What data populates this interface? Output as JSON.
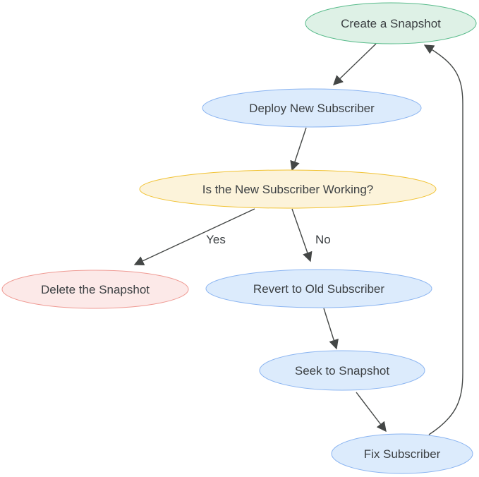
{
  "diagram": {
    "type": "flowchart",
    "background": "#ffffff",
    "nodes": [
      {
        "id": "create-snapshot",
        "label": "Create a Snapshot",
        "shape": "ellipse",
        "fill": "#def1e6",
        "stroke": "#57bb8a"
      },
      {
        "id": "deploy-new-subscriber",
        "label": "Deploy New Subscriber",
        "shape": "ellipse",
        "fill": "#dcebfc",
        "stroke": "#8ab4f1"
      },
      {
        "id": "is-new-subscriber-working",
        "label": "Is the New Subscriber Working?",
        "shape": "ellipse",
        "fill": "#fcf3da",
        "stroke": "#f1c232"
      },
      {
        "id": "delete-the-snapshot",
        "label": "Delete the Snapshot",
        "shape": "ellipse",
        "fill": "#fce9e8",
        "stroke": "#ef9a93"
      },
      {
        "id": "revert-to-old-subscriber",
        "label": "Revert to Old Subscriber",
        "shape": "ellipse",
        "fill": "#dcebfc",
        "stroke": "#8ab4f1"
      },
      {
        "id": "seek-to-snapshot",
        "label": "Seek to Snapshot",
        "shape": "ellipse",
        "fill": "#dcebfc",
        "stroke": "#8ab4f1"
      },
      {
        "id": "fix-subscriber",
        "label": "Fix Subscriber",
        "shape": "ellipse",
        "fill": "#dcebfc",
        "stroke": "#8ab4f1"
      }
    ],
    "edges": [
      {
        "from": "create-snapshot",
        "to": "deploy-new-subscriber",
        "label": ""
      },
      {
        "from": "deploy-new-subscriber",
        "to": "is-new-subscriber-working",
        "label": ""
      },
      {
        "from": "is-new-subscriber-working",
        "to": "delete-the-snapshot",
        "label": "Yes"
      },
      {
        "from": "is-new-subscriber-working",
        "to": "revert-to-old-subscriber",
        "label": "No"
      },
      {
        "from": "revert-to-old-subscriber",
        "to": "seek-to-snapshot",
        "label": ""
      },
      {
        "from": "seek-to-snapshot",
        "to": "fix-subscriber",
        "label": ""
      },
      {
        "from": "fix-subscriber",
        "to": "create-snapshot",
        "label": ""
      }
    ],
    "colors": {
      "edge": "#444746",
      "text": "#3c4043"
    }
  }
}
